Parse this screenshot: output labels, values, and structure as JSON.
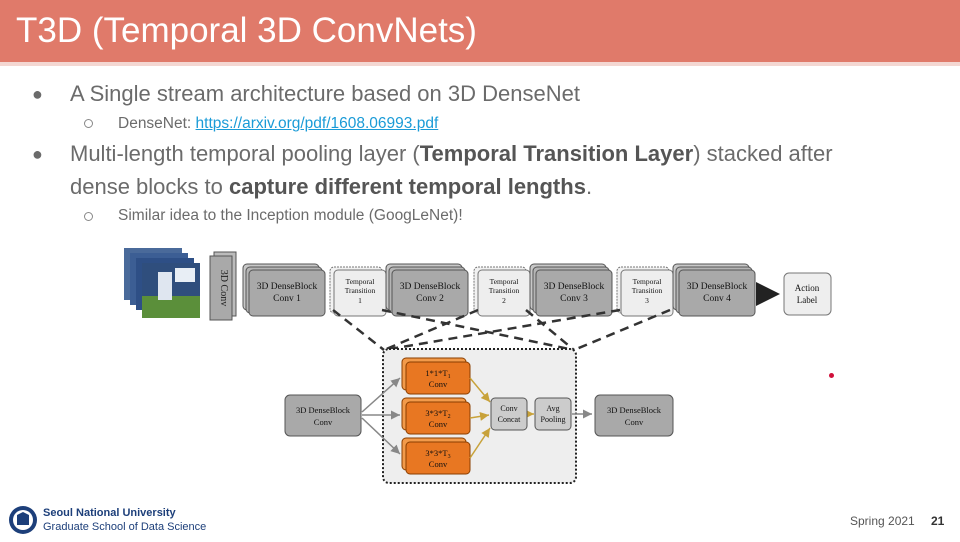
{
  "slide": {
    "title": "T3D (Temporal 3D ConvNets)",
    "bullet1": "A Single stream architecture based on 3D DenseNet",
    "bullet1_sub_label": "DenseNet: ",
    "bullet1_sub_link": "https://arxiv.org/pdf/1608.06993.pdf",
    "bullet2_part1": "Multi-length temporal pooling layer (",
    "bullet2_bold1": "Temporal Transition Layer",
    "bullet2_part2": ") stacked after",
    "bullet2_line2_part1": "dense blocks to ",
    "bullet2_bold2": "capture different temporal lengths",
    "bullet2_line2_part2": ".",
    "bullet2_sub": "Similar idea to the Inception module (GoogLeNet)!"
  },
  "diagram": {
    "conv3d": "3D Conv",
    "blocks": [
      {
        "line1": "3D DenseBlock",
        "line2": "Conv 1"
      },
      {
        "line1": "3D DenseBlock",
        "line2": "Conv 2"
      },
      {
        "line1": "3D DenseBlock",
        "line2": "Conv 3"
      },
      {
        "line1": "3D DenseBlock",
        "line2": "Conv 4"
      }
    ],
    "transitions": [
      {
        "line1": "Temporal",
        "line2": "Transition",
        "line3": "1"
      },
      {
        "line1": "Temporal",
        "line2": "Transition",
        "line3": "2"
      },
      {
        "line1": "Temporal",
        "line2": "Transition",
        "line3": "3"
      }
    ],
    "action": {
      "line1": "Action",
      "line2": "Label"
    },
    "detail_in": {
      "line1": "3D DenseBlock",
      "line2": "Conv"
    },
    "detail_out": {
      "line1": "3D DenseBlock",
      "line2": "Conv"
    },
    "branches": [
      {
        "line1": "1*1*T",
        "sub": "1",
        "line2": "Conv"
      },
      {
        "line1": "3*3*T",
        "sub": "2",
        "line2": "Conv"
      },
      {
        "line1": "3*3*T",
        "sub": "3",
        "line2": "Conv"
      }
    ],
    "concat": {
      "line1": "Conv",
      "line2": "Concat"
    },
    "pool": {
      "line1": "Avg",
      "line2": "Pooling"
    },
    "colors": {
      "orange": "#e87722",
      "gray": "#a9a9a9",
      "dark": "#555555"
    }
  },
  "footer": {
    "university": "Seoul National University",
    "school": "Graduate School of Data Science",
    "semester": "Spring 2021",
    "page": "21"
  }
}
